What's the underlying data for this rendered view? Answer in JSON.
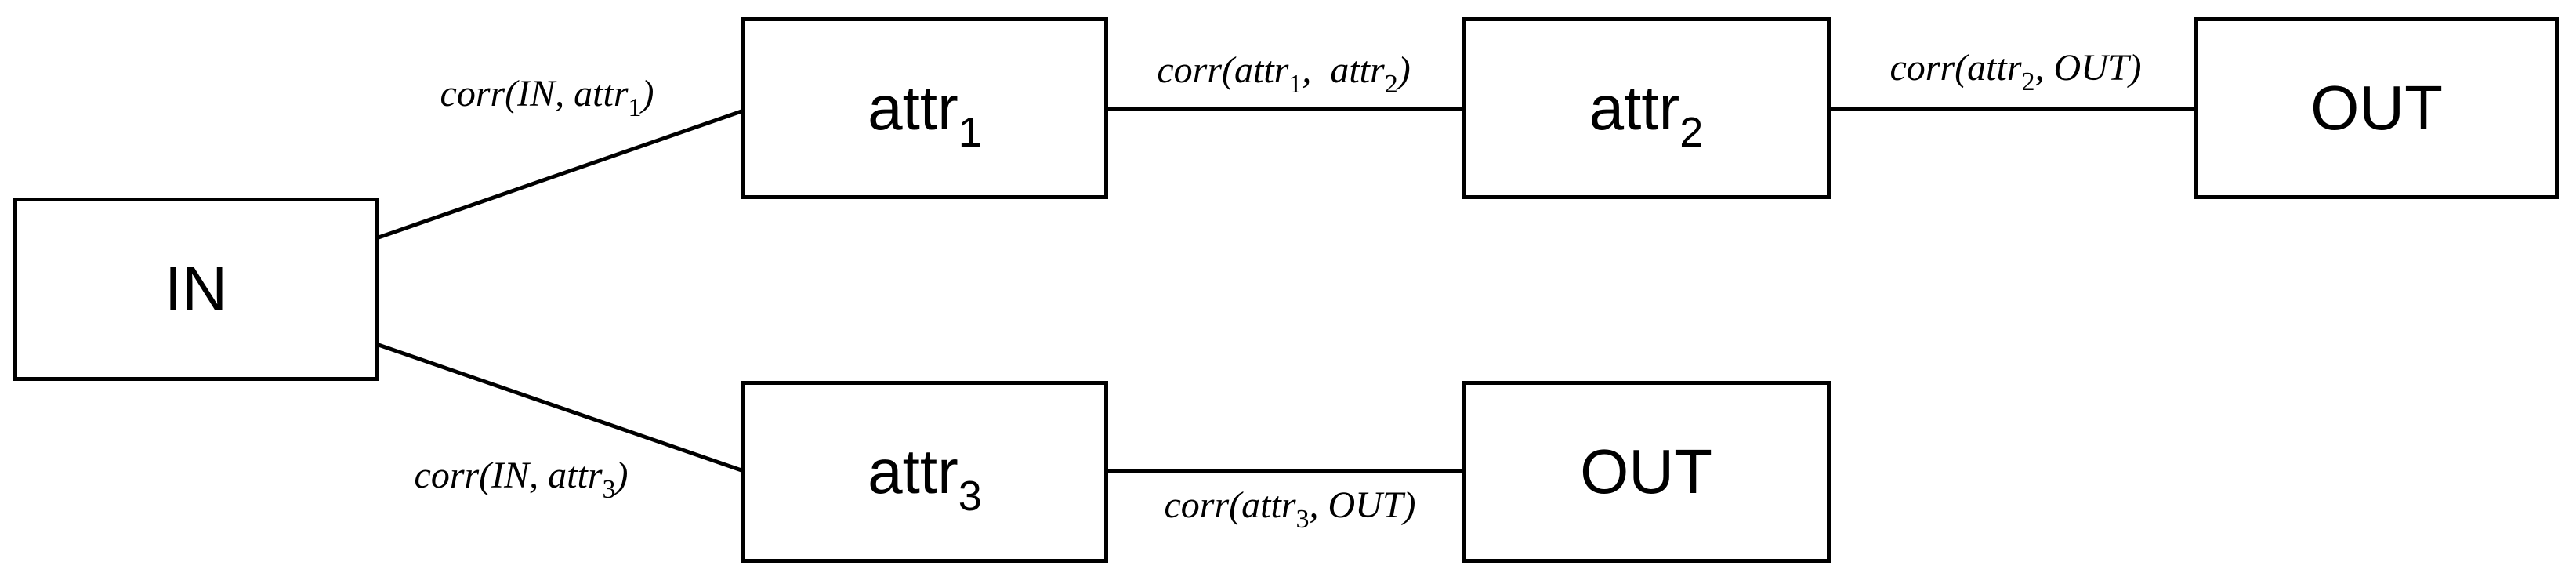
{
  "figure": {
    "type": "diagram",
    "background_color": "#ffffff",
    "ink_color": "#000000",
    "nodes": [
      {
        "id": "IN",
        "base": "IN",
        "sub": ""
      },
      {
        "id": "attr1",
        "base": "attr",
        "sub": "1"
      },
      {
        "id": "attr2",
        "base": "attr",
        "sub": "2"
      },
      {
        "id": "OUT-top",
        "base": "OUT",
        "sub": ""
      },
      {
        "id": "attr3",
        "base": "attr",
        "sub": "3"
      },
      {
        "id": "OUT-bottom",
        "base": "OUT",
        "sub": ""
      }
    ],
    "edges": [
      {
        "from": "IN",
        "to": "attr1",
        "parts": [
          {
            "t": "corr(IN, attr"
          },
          {
            "s": "1"
          },
          {
            "t": ")"
          }
        ]
      },
      {
        "from": "attr1",
        "to": "attr2",
        "parts": [
          {
            "t": "corr(attr"
          },
          {
            "s": "1"
          },
          {
            "t": ", attr"
          },
          {
            "s": "2"
          },
          {
            "t": ")"
          }
        ]
      },
      {
        "from": "attr2",
        "to": "OUT-top",
        "parts": [
          {
            "t": "corr(attr"
          },
          {
            "s": "2"
          },
          {
            "t": ", OUT)"
          }
        ]
      },
      {
        "from": "IN",
        "to": "attr3",
        "parts": [
          {
            "t": "corr(IN, attr"
          },
          {
            "s": "3"
          },
          {
            "t": ")"
          }
        ]
      },
      {
        "from": "attr3",
        "to": "OUT-bottom",
        "parts": [
          {
            "t": "corr(attr"
          },
          {
            "s": "3"
          },
          {
            "t": ", OUT)"
          }
        ]
      }
    ]
  }
}
